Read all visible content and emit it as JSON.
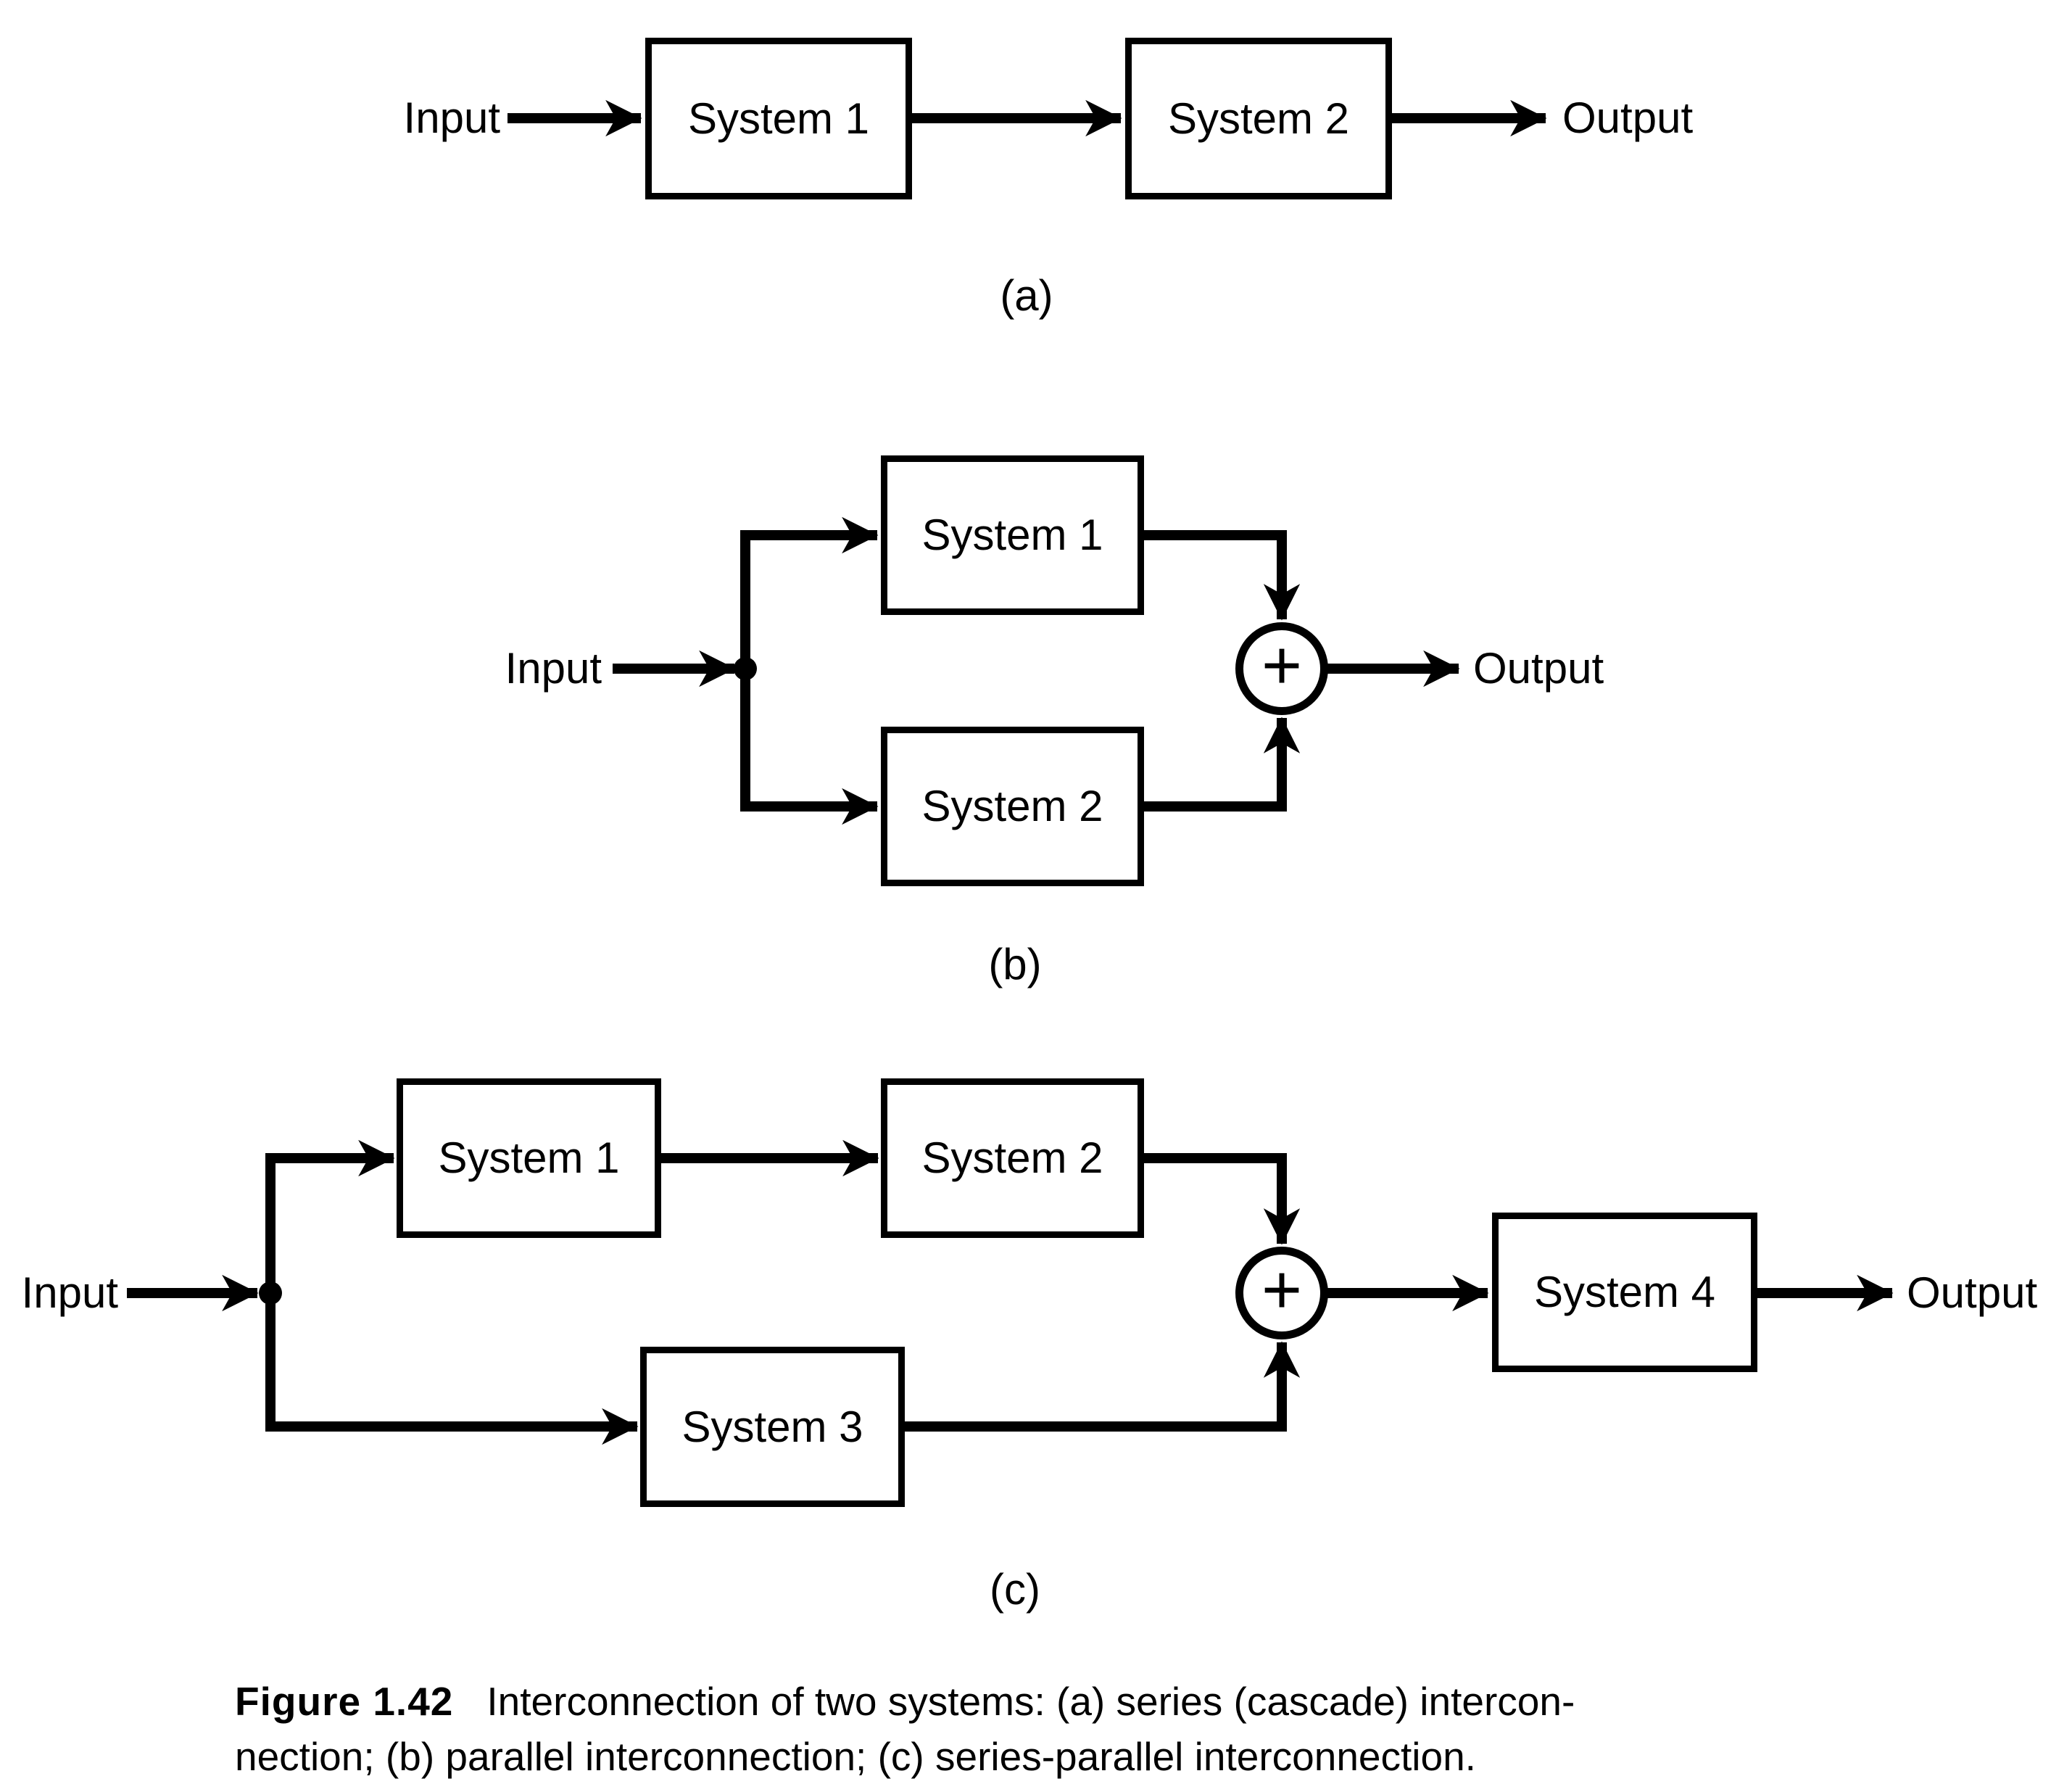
{
  "diagram_a": {
    "tag": "(a)",
    "input_label": "Input",
    "output_label": "Output",
    "box1": "System 1",
    "box2": "System 2"
  },
  "diagram_b": {
    "tag": "(b)",
    "input_label": "Input",
    "output_label": "Output",
    "box1": "System 1",
    "box2": "System 2",
    "sum_symbol": "+"
  },
  "diagram_c": {
    "tag": "(c)",
    "input_label": "Input",
    "output_label": "Output",
    "box1": "System 1",
    "box2": "System 2",
    "box3": "System 3",
    "box4": "System 4",
    "sum_symbol": "+"
  },
  "caption": {
    "figure_label": "Figure 1.42",
    "line1": "Interconnection of two systems: (a) series (cascade) intercon-",
    "line2": "nection; (b) parallel interconnection; (c) series-parallel interconnection."
  },
  "colors": {
    "ink": "#000000",
    "background": "#ffffff"
  }
}
